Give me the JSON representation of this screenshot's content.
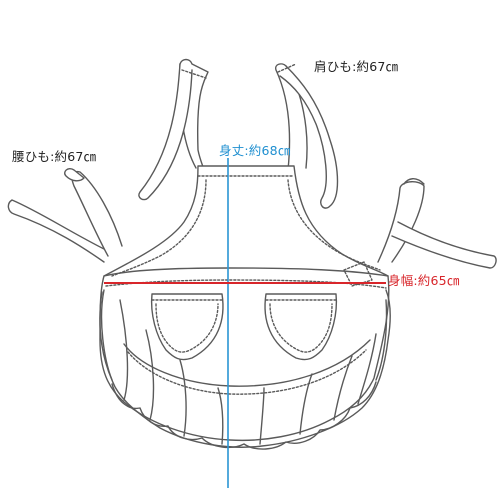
{
  "labels": {
    "shoulder_strap": "肩ひも:約67㎝",
    "waist_strap": "腰ひも:約67㎝",
    "body_length": "身丈:約68㎝",
    "body_width": "身幅:約65㎝"
  },
  "colors": {
    "outline": "#5a5a5a",
    "length_line": "#2a95d4",
    "width_line": "#d8262b",
    "length_text": "#1f8fd0",
    "width_text": "#d8262b"
  }
}
